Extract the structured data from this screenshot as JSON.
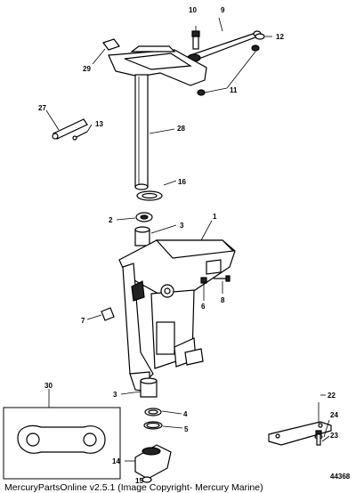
{
  "diagram": {
    "callouts": [
      {
        "id": "c10",
        "label": "10"
      },
      {
        "id": "c9",
        "label": "9"
      },
      {
        "id": "c12",
        "label": "12"
      },
      {
        "id": "c29",
        "label": "29"
      },
      {
        "id": "c11",
        "label": "11"
      },
      {
        "id": "c27",
        "label": "27"
      },
      {
        "id": "c13",
        "label": "13"
      },
      {
        "id": "c28",
        "label": "28"
      },
      {
        "id": "c16",
        "label": "16"
      },
      {
        "id": "c2",
        "label": "2"
      },
      {
        "id": "c3a",
        "label": "3"
      },
      {
        "id": "c1",
        "label": "1"
      },
      {
        "id": "c8",
        "label": "8"
      },
      {
        "id": "c6",
        "label": "6"
      },
      {
        "id": "c7",
        "label": "7"
      },
      {
        "id": "c30",
        "label": "30"
      },
      {
        "id": "c22",
        "label": "22"
      },
      {
        "id": "c3b",
        "label": "3"
      },
      {
        "id": "c4",
        "label": "4"
      },
      {
        "id": "c5",
        "label": "5"
      },
      {
        "id": "c24",
        "label": "24"
      },
      {
        "id": "c23",
        "label": "23"
      },
      {
        "id": "c14",
        "label": "14"
      },
      {
        "id": "c15",
        "label": "15"
      }
    ],
    "figure_number": "44368",
    "footer": "MercuryPartsOnline v2.5.1 (Image Copyright- Mercury Marine)"
  }
}
